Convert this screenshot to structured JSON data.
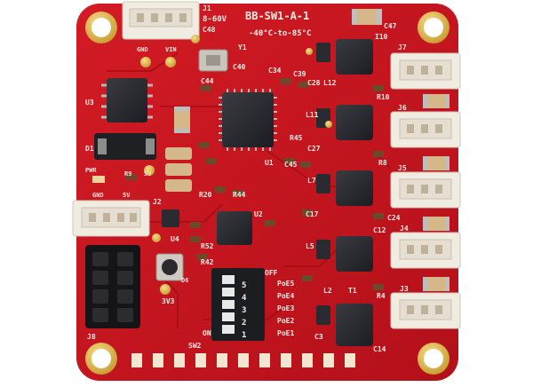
{
  "board": {
    "colors": {
      "pcb": "#c8141e",
      "pcb_dark": "#9e0e16",
      "gold": "#e2b545",
      "chip": "#26272c",
      "connector": "#f1ece2",
      "silkscreen": "#f3ece6"
    },
    "silk": {
      "product": "BB-SW1-A-1",
      "temp_range": "-40°C-to-85°C",
      "vin_range": "8-60V",
      "j1": "J1",
      "c48": "C48",
      "c47": "C47",
      "gnd": "GND",
      "vin": "VIN",
      "y1": "Y1",
      "c40": "C40",
      "c44": "C44",
      "c34": "C34",
      "c39": "C39",
      "i10": "I10",
      "j7": "J7",
      "l12": "L12",
      "c28": "C28",
      "r10": "R10",
      "j6": "J6",
      "l11": "L11",
      "r45": "R45",
      "c27": "C27",
      "u1": "U1",
      "c45": "C45",
      "r8": "R8",
      "j5": "J5",
      "l7": "L7",
      "u3": "U3",
      "d1": "D1",
      "pwr": "PWR",
      "r9": "R9",
      "v5": "5V",
      "gnd2": "GND",
      "v5b": "5V",
      "j2": "J2",
      "r20": "R20",
      "r44": "R44",
      "u2": "U2",
      "c17": "C17",
      "c24": "C24",
      "l5": "L5",
      "c12": "C12",
      "j4": "J4",
      "u4": "U4",
      "r52": "R52",
      "r42": "R42",
      "off": "OFF",
      "poe5": "PoE5",
      "poe4": "PoE4",
      "poe3": "PoE3",
      "poe2": "PoE2",
      "poe1": "PoE1",
      "l2": "L2",
      "r4": "R4",
      "j3": "J3",
      "d6": "D6",
      "v33": "3V3",
      "on": "ON",
      "sw2": "SW2",
      "c3": "C3",
      "c14": "C14",
      "t1": "T1",
      "j8": "J8",
      "dip_nums": [
        "1",
        "2",
        "3",
        "4",
        "5"
      ]
    }
  }
}
